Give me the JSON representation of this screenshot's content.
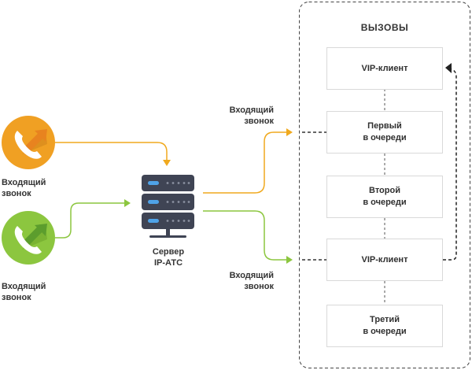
{
  "caller_top": {
    "label_line1": "Входящий",
    "label_line2": "звонок",
    "color": "#F0A023"
  },
  "caller_bottom": {
    "label_line1": "Входящий",
    "label_line2": "звонок",
    "color": "#8CC63F"
  },
  "server": {
    "label_line1": "Сервер",
    "label_line2": "IP-АТС"
  },
  "route_top": {
    "label_line1": "Входящий",
    "label_line2": "звонок",
    "color": "#F0A91E"
  },
  "route_bottom": {
    "label_line1": "Входящий",
    "label_line2": "звонок",
    "color": "#8CC63F"
  },
  "queue": {
    "title": "ВЫЗОВЫ",
    "items": [
      {
        "line1": "VIP-клиент",
        "line2": ""
      },
      {
        "line1": "Первый",
        "line2": "в очереди"
      },
      {
        "line1": "Второй",
        "line2": "в очереди"
      },
      {
        "line1": "VIP-клиент",
        "line2": ""
      },
      {
        "line1": "Третий",
        "line2": "в очереди"
      }
    ]
  }
}
